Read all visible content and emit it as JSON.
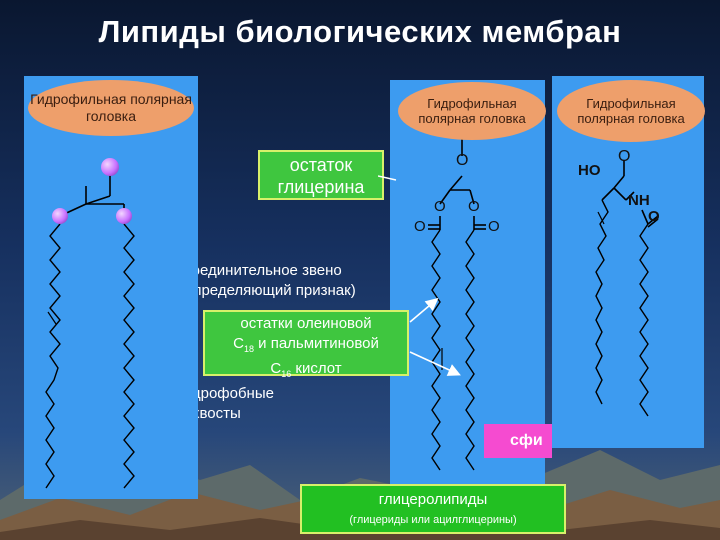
{
  "slide": {
    "title": "Липиды биологических мембран",
    "left_panel": {
      "head_label": "Гидрофильная полярная головка",
      "connector_label": "соединительное звено",
      "connector_sub": "(определяющий признак)",
      "tails_label_line1": "гидрофобные",
      "tails_label_line2": "хвосты"
    },
    "glycerol_callout": "остаток глицерина",
    "acid_callout": {
      "line1": "остатки олеиновой",
      "line2_prefix": "C",
      "line2_sub": "18",
      "line2_suffix": " и пальмитиновой",
      "line3_prefix": "C",
      "line3_sub": "16",
      "line3_suffix": " кислот"
    },
    "middle_panel": {
      "head_label": "Гидрофильная полярная головка",
      "atom_o_top": "O",
      "atom_o_left": "O",
      "atom_o_right": "O",
      "atom_o_dbl_left": "O",
      "atom_o_dbl_right": "O"
    },
    "right_panel": {
      "head_label": "Гидрофильная полярная головка",
      "atom_o_top": "O",
      "atom_ho": "HO",
      "atom_nh": "NH",
      "atom_o_amide": "O"
    },
    "pink_label": "сфи",
    "green_box": {
      "line1": "глицеролипиды",
      "line2": "(глицериды или ацилглицерины)"
    },
    "colors": {
      "panel": "#3d9bf0",
      "oval": "#ee9f6b",
      "callout_border": "#d8f06a",
      "green": "#22c022",
      "pink": "#f54bd0",
      "sphere": "#c870ff"
    }
  }
}
